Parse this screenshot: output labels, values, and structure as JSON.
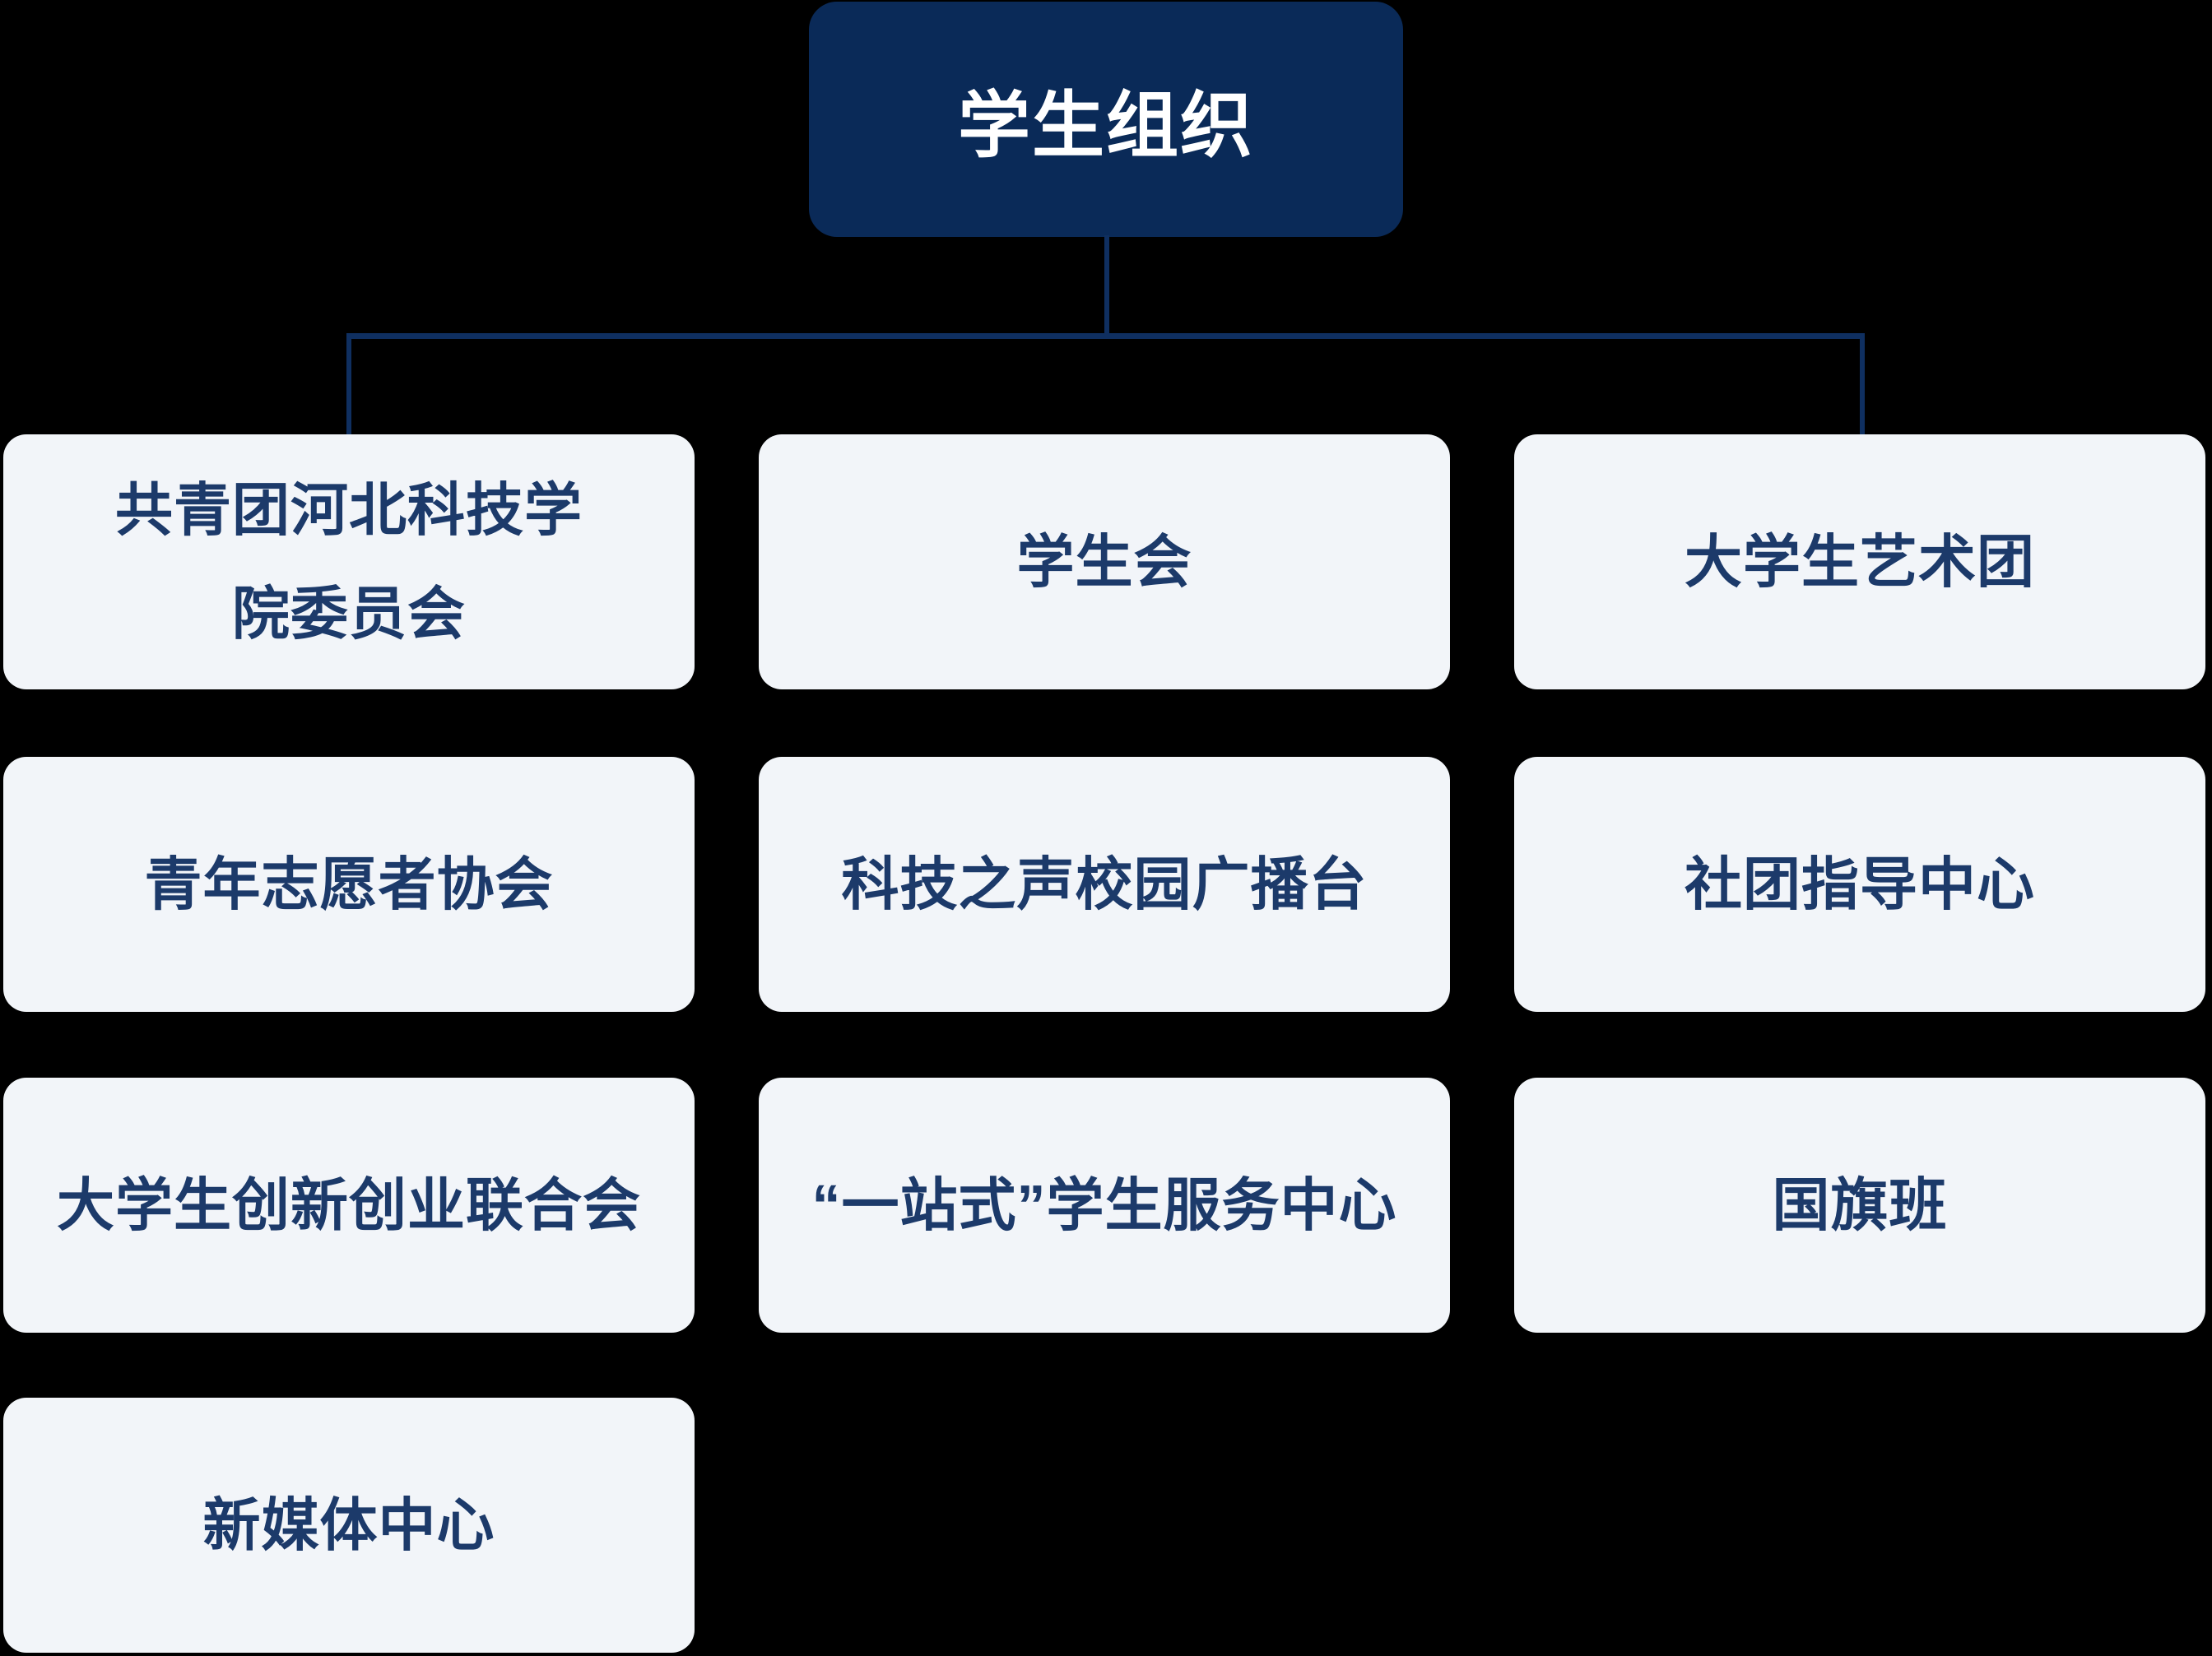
{
  "palette": {
    "page_bg": "#000000",
    "root_bg": "#0a2a58",
    "root_text": "#ffffff",
    "node_bg": "#f2f5f9",
    "node_text": "#1c3a6a",
    "line": "#0f2f60"
  },
  "chart_data": {
    "type": "org-chart",
    "root": {
      "label": "学生组织"
    },
    "children": [
      {
        "label": "共青团河北科技学\n院委员会",
        "row": 0,
        "col": 0
      },
      {
        "label": "学生会",
        "row": 0,
        "col": 1
      },
      {
        "label": "大学生艺术团",
        "row": 0,
        "col": 2
      },
      {
        "label": "青年志愿者协会",
        "row": 1,
        "col": 0
      },
      {
        "label": "科技之声校园广播台",
        "row": 1,
        "col": 1
      },
      {
        "label": "社团指导中心",
        "row": 1,
        "col": 2
      },
      {
        "label": "大学生创新创业联合会",
        "row": 2,
        "col": 0
      },
      {
        "label": "“一站式”学生服务中心",
        "row": 2,
        "col": 1
      },
      {
        "label": "国旗班",
        "row": 2,
        "col": 2
      },
      {
        "label": "新媒体中心",
        "row": 3,
        "col": 0
      }
    ]
  }
}
